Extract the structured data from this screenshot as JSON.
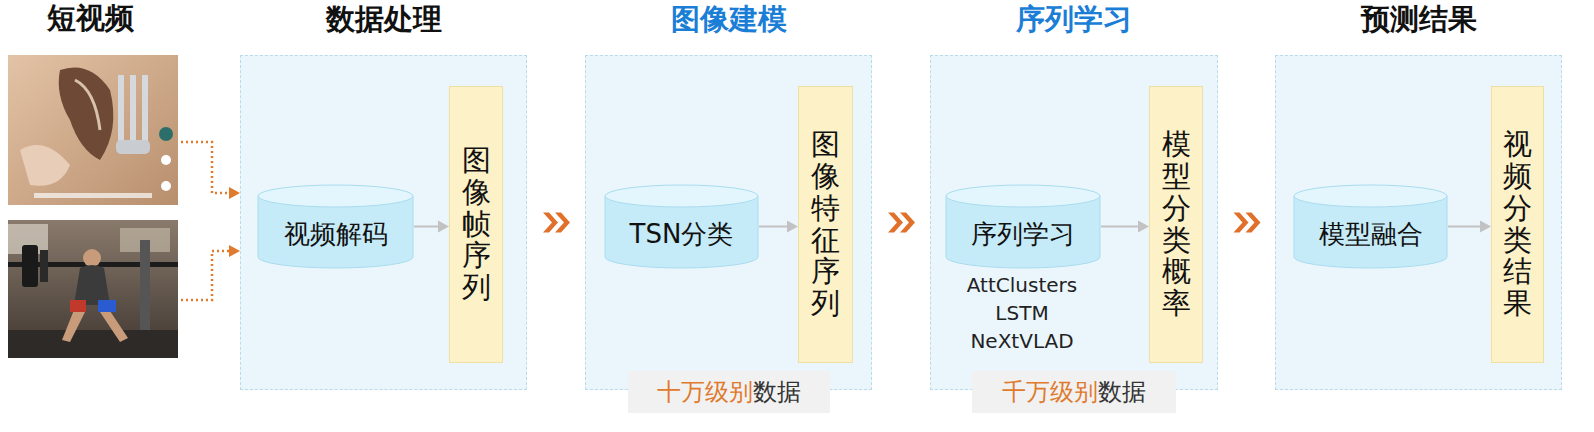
{
  "diagram": {
    "nodes": [
      {
        "text": [
          "数据处理"
        ]
      },
      {
        "text": [
          "视频解码"
        ],
        "in": 0
      },
      {
        "text": [
          "图像帧序列"
        ],
        "in": 0
      },
      {
        "text": [
          "图像建模"
        ]
      },
      {
        "text": [
          "TSN分类"
        ],
        "in": 3
      },
      {
        "text": [
          "图像特征序列"
        ],
        "in": 3
      },
      {
        "text": [
          "十万级别",
          "数据"
        ]
      },
      {
        "text": [
          "序列学习"
        ]
      },
      {
        "text": [
          "序列学习"
        ],
        "in": 7
      },
      {
        "text": [
          "模型分类概率"
        ],
        "in": 7
      },
      {
        "text": [
          "千万级别",
          "数据"
        ]
      },
      {
        "text": [
          "预测结果"
        ]
      },
      {
        "text": [
          "模型融合"
        ],
        "in": 11
      },
      {
        "text": [
          "视频分类结果"
        ],
        "in": 11
      }
    ],
    "edges": [
      {
        "from": 1,
        "to": 2,
        "arrow": "to"
      },
      {
        "from": 4,
        "to": 5,
        "arrow": "to"
      },
      {
        "from": 8,
        "to": 9,
        "arrow": "to"
      },
      {
        "from": 12,
        "to": 13,
        "arrow": "to"
      },
      {
        "from": 0,
        "to": 3,
        "arrow": "to"
      },
      {
        "from": 3,
        "to": 7,
        "arrow": "to"
      },
      {
        "from": 7,
        "to": 11,
        "arrow": "to"
      }
    ],
    "labels": [
      "短视频",
      "AttClusters",
      "LSTM",
      "NeXtVLAD"
    ]
  }
}
